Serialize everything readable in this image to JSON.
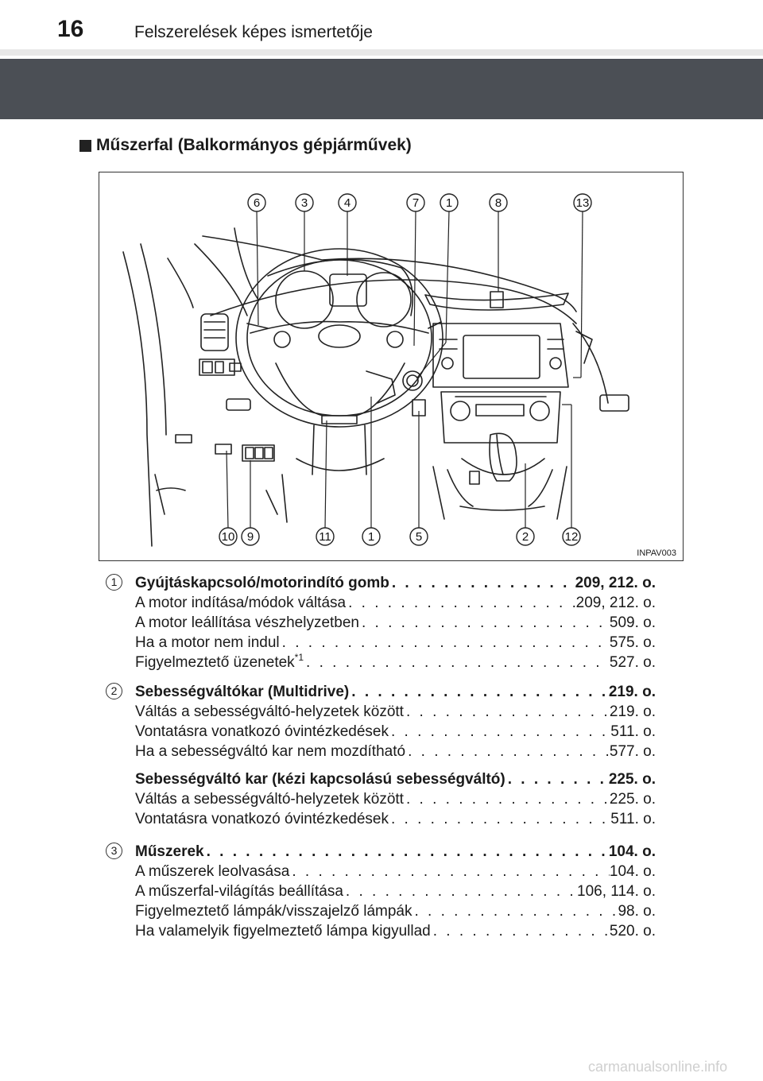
{
  "header": {
    "page_number": "16",
    "running_title": "Felszerelések képes ismertetője"
  },
  "section": {
    "title": "Műszerfal (Balkormányos gépjárművek)"
  },
  "figure": {
    "code": "INPAV003",
    "callouts_top": [
      "6",
      "3",
      "4",
      "7",
      "1",
      "8",
      "13"
    ],
    "callouts_bottom": [
      "10",
      "9",
      "11",
      "1",
      "5",
      "2",
      "12"
    ]
  },
  "entries": [
    {
      "number": "1",
      "main": {
        "label": "Gyújtáskapcsoló/motorindító gomb",
        "pages": "209, 212. o."
      },
      "subs": [
        {
          "label": "A motor indítása/módok váltása",
          "pages": "209, 212. o."
        },
        {
          "label": "A motor leállítása vészhelyzetben",
          "pages": "509. o."
        },
        {
          "label": "Ha a motor nem indul",
          "pages": "575. o."
        },
        {
          "label": "Figyelmeztető üzenetek",
          "sup": "*1",
          "pages": "527. o."
        }
      ]
    },
    {
      "number": "2",
      "main": {
        "label": "Sebességváltókar (Multidrive)",
        "pages": "219. o."
      },
      "subs": [
        {
          "label": "Váltás a sebességváltó-helyzetek között",
          "pages": "219. o."
        },
        {
          "label": "Vontatásra vonatkozó óvintézkedések",
          "pages": "511. o."
        },
        {
          "label": "Ha a sebességváltó kar nem mozdítható",
          "pages": "577. o."
        }
      ],
      "main2": {
        "label": "Sebességváltó kar (kézi kapcsolású sebességváltó)",
        "pages": "225. o."
      },
      "subs2": [
        {
          "label": "Váltás a sebességváltó-helyzetek között",
          "pages": "225. o."
        },
        {
          "label": "Vontatásra vonatkozó óvintézkedések",
          "pages": "511. o."
        }
      ]
    },
    {
      "number": "3",
      "main": {
        "label": "Műszerek",
        "pages": "104. o."
      },
      "subs": [
        {
          "label": "A műszerek leolvasása",
          "pages": "104. o."
        },
        {
          "label": "A műszerfal-világítás beállítása",
          "pages": "106, 114. o."
        },
        {
          "label": "Figyelmeztető lámpák/visszajelző lámpák",
          "pages": "98. o."
        },
        {
          "label": "Ha valamelyik figyelmeztető lámpa kigyullad",
          "pages": "520. o."
        }
      ]
    }
  ],
  "watermark": "carmanualsonline.info"
}
